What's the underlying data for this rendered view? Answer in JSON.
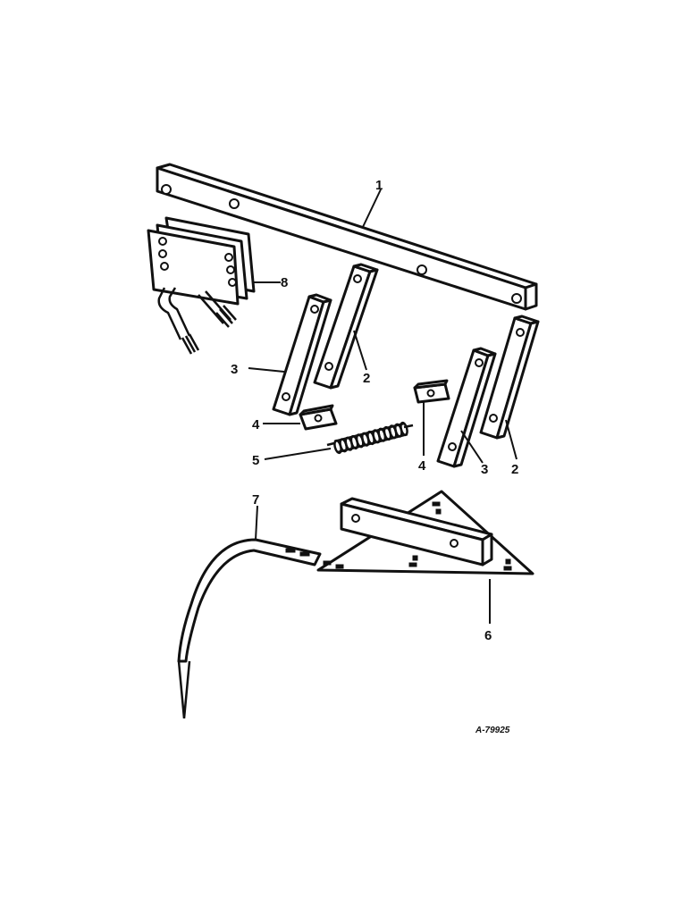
{
  "diagram": {
    "labels": {
      "part_1": "1",
      "part_2a": "2",
      "part_2b": "2",
      "part_3a": "3",
      "part_3b": "3",
      "part_4a": "4",
      "part_4b": "4",
      "part_5": "5",
      "part_6": "6",
      "part_7": "7",
      "part_8": "8"
    },
    "reference_code": "A-79925"
  }
}
